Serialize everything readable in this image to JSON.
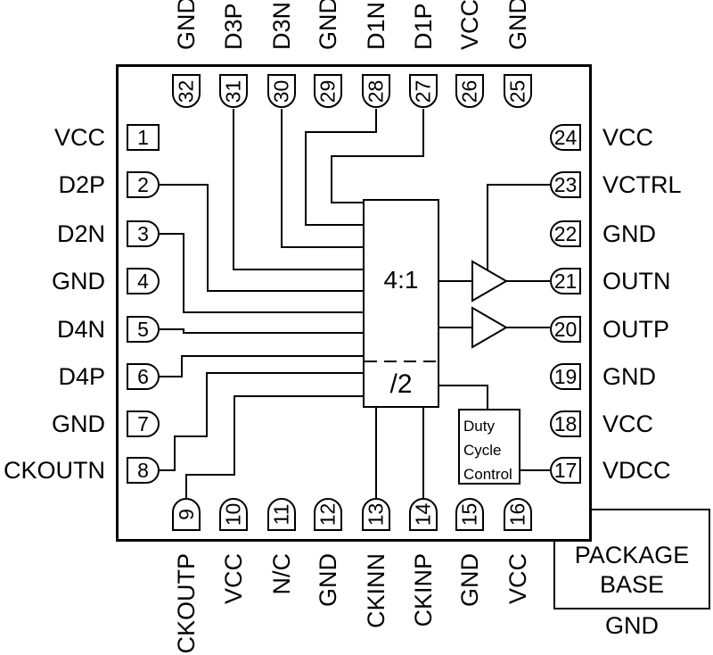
{
  "diagram": {
    "mux_label": "4:1",
    "divider_label": "/2",
    "duty_cycle_control": [
      "Duty",
      "Cycle",
      "Control"
    ],
    "package_base": [
      "PACKAGE",
      "BASE"
    ],
    "package_base_net": "GND"
  },
  "pins": {
    "left": [
      {
        "num": "1",
        "name": "VCC"
      },
      {
        "num": "2",
        "name": "D2P"
      },
      {
        "num": "3",
        "name": "D2N"
      },
      {
        "num": "4",
        "name": "GND"
      },
      {
        "num": "5",
        "name": "D4N"
      },
      {
        "num": "6",
        "name": "D4P"
      },
      {
        "num": "7",
        "name": "GND"
      },
      {
        "num": "8",
        "name": "CKOUTN"
      }
    ],
    "top": [
      {
        "num": "32",
        "name": "GND"
      },
      {
        "num": "31",
        "name": "D3P"
      },
      {
        "num": "30",
        "name": "D3N"
      },
      {
        "num": "29",
        "name": "GND"
      },
      {
        "num": "28",
        "name": "D1N"
      },
      {
        "num": "27",
        "name": "D1P"
      },
      {
        "num": "26",
        "name": "VCC"
      },
      {
        "num": "25",
        "name": "GND"
      }
    ],
    "right": [
      {
        "num": "24",
        "name": "VCC"
      },
      {
        "num": "23",
        "name": "VCTRL"
      },
      {
        "num": "22",
        "name": "GND"
      },
      {
        "num": "21",
        "name": "OUTN"
      },
      {
        "num": "20",
        "name": "OUTP"
      },
      {
        "num": "19",
        "name": "GND"
      },
      {
        "num": "18",
        "name": "VCC"
      },
      {
        "num": "17",
        "name": "VDCC"
      }
    ],
    "bottom": [
      {
        "num": "9",
        "name": "CKOUTP"
      },
      {
        "num": "10",
        "name": "VCC"
      },
      {
        "num": "11",
        "name": "N/C"
      },
      {
        "num": "12",
        "name": "GND"
      },
      {
        "num": "13",
        "name": "CKINN"
      },
      {
        "num": "14",
        "name": "CKINP"
      },
      {
        "num": "15",
        "name": "GND"
      },
      {
        "num": "16",
        "name": "VCC"
      }
    ]
  },
  "colors": {
    "line": "#000000",
    "background": "#ffffff"
  }
}
